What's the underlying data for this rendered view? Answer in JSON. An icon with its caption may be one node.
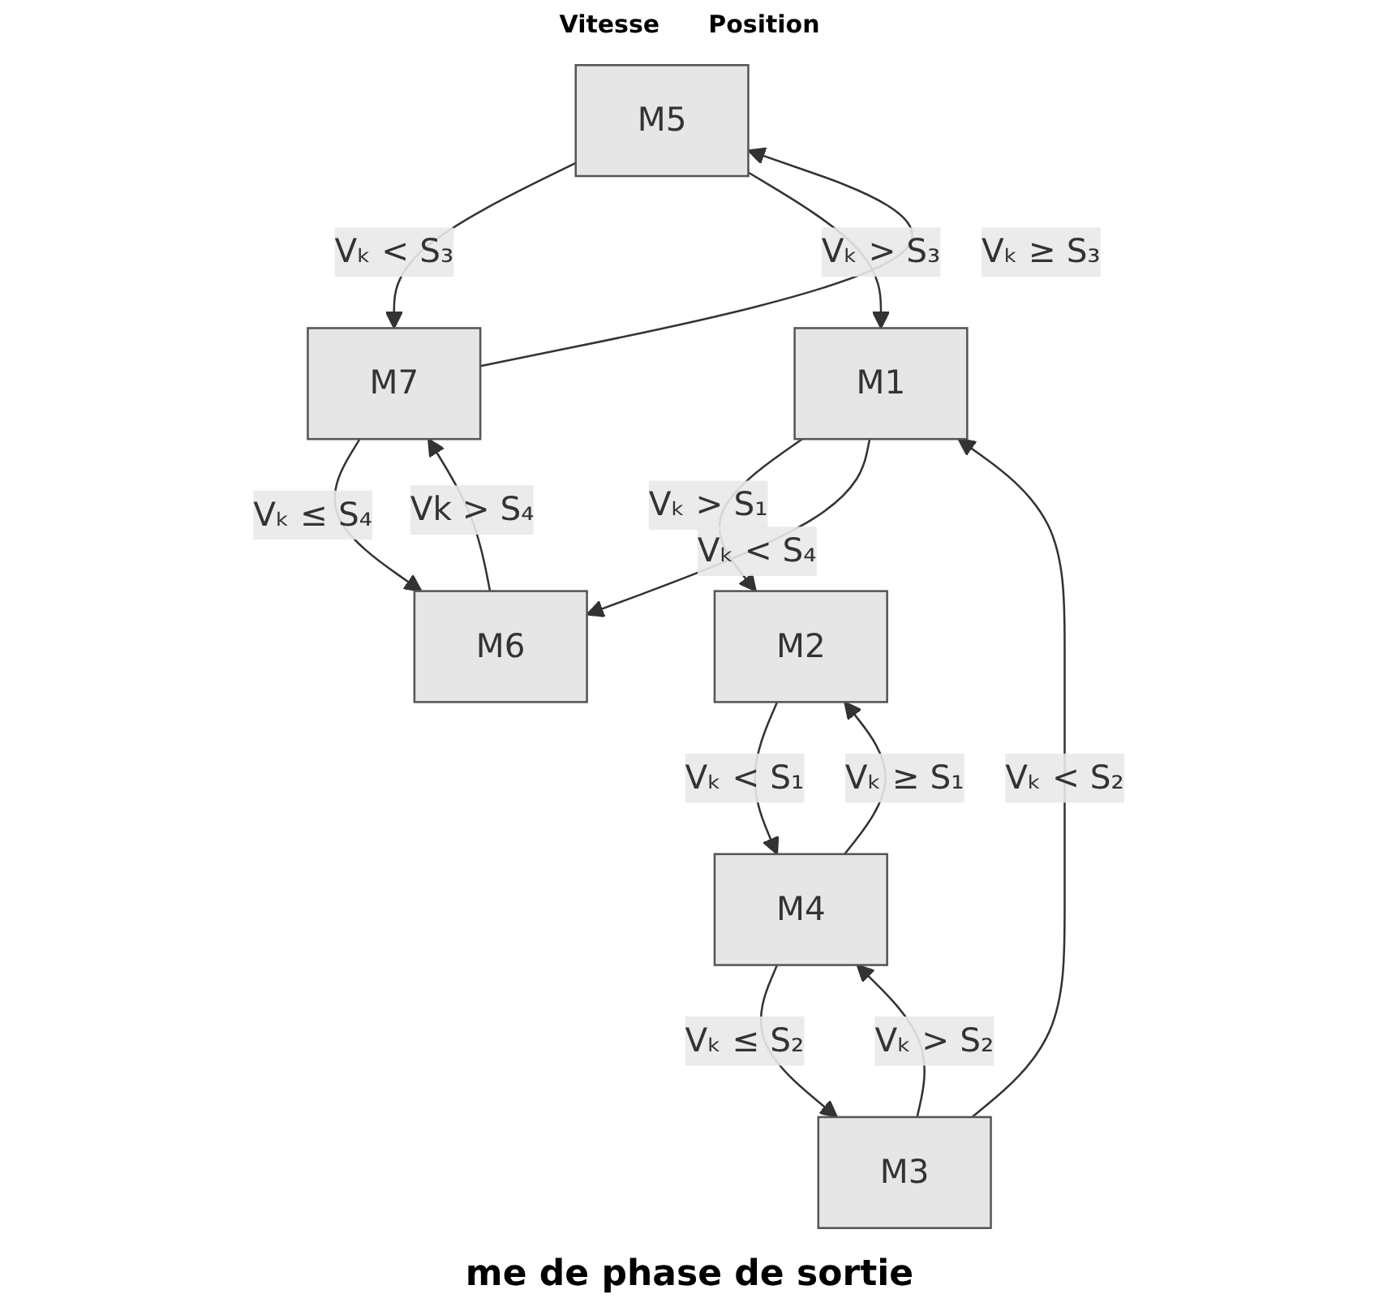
{
  "diagram": {
    "caption": "me de phase de sortie",
    "nodes": [
      {
        "text": [
          "M5"
        ]
      },
      {
        "text": [
          "M2"
        ]
      },
      {
        "text": [
          "M7"
        ]
      },
      {
        "text": [
          "M1"
        ]
      },
      {
        "text": [
          "M4"
        ]
      },
      {
        "text": [
          "M6"
        ]
      },
      {
        "text": [
          "M3"
        ]
      }
    ],
    "edges": [
      {
        "from": 0,
        "to": 2,
        "arrow": "to",
        "label": "Vₖ < S₃"
      },
      {
        "from": 2,
        "to": 0,
        "arrow": "to",
        "label": "Vₖ ≥ S₃"
      },
      {
        "from": 0,
        "to": 3,
        "arrow": "to",
        "label": "Vₖ > S₃"
      },
      {
        "from": 3,
        "to": 1,
        "arrow": "to",
        "label": "Vₖ > S₁"
      },
      {
        "from": 1,
        "to": 4,
        "arrow": "to",
        "label": "Vₖ < S₁"
      },
      {
        "from": 4,
        "to": 1,
        "arrow": "to",
        "label": "Vₖ ≥ S₁"
      },
      {
        "from": 2,
        "to": 5,
        "arrow": "to",
        "label": "Vₖ ≤ S₄"
      },
      {
        "from": 5,
        "to": 2,
        "arrow": "to",
        "label": "Vk > S₄"
      },
      {
        "from": 3,
        "to": 5,
        "arrow": "to",
        "label": "Vₖ < S₄"
      },
      {
        "from": 4,
        "to": 6,
        "arrow": "to",
        "label": "Vₖ ≤ S₂"
      },
      {
        "from": 6,
        "to": 4,
        "arrow": "to",
        "label": "Vₖ > S₂"
      },
      {
        "from": 6,
        "to": 3,
        "arrow": "to",
        "label": "Vₖ < S₂"
      }
    ],
    "labels": [
      "Vitesse",
      "Position"
    ]
  }
}
